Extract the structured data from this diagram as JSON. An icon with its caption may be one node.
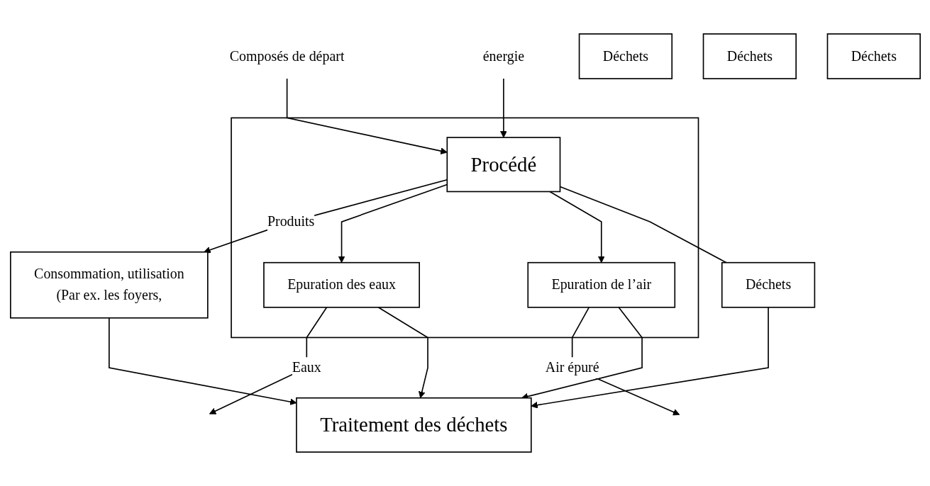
{
  "diagram": {
    "nodes": [
      {
        "text": [],
        "shape": "box"
      },
      {
        "text": [
          "Composés de départ"
        ]
      },
      {
        "text": [
          "énergie"
        ]
      },
      {
        "text": [
          "Procédé"
        ],
        "in": 0
      },
      {
        "text": [
          "Consommation, utilisation",
          "(Par ex. les foyers,"
        ]
      },
      {
        "text": [
          "Epuration des eaux"
        ],
        "in": 0
      },
      {
        "text": [
          "Epuration de l’air"
        ],
        "in": 0
      },
      {
        "text": [
          "Déchets"
        ]
      },
      {
        "text": [
          "Déchets"
        ]
      },
      {
        "text": [
          "Déchets"
        ]
      },
      {
        "text": [
          "Déchets"
        ]
      },
      {
        "text": [
          "Traitement des déchets"
        ]
      }
    ],
    "edges": [
      {
        "from": 1,
        "to": 3,
        "arrow": "to"
      },
      {
        "from": 2,
        "to": 3,
        "arrow": "to"
      },
      {
        "from": 3,
        "to": 4,
        "arrow": "to",
        "label": "Produits"
      },
      {
        "from": 3,
        "to": 5,
        "arrow": "to"
      },
      {
        "from": 3,
        "to": 6,
        "arrow": "to"
      },
      {
        "from": 3,
        "to": 9,
        "arrow": "none"
      },
      {
        "from": 5,
        "to": null,
        "arrow": "to",
        "label": "Eaux"
      },
      {
        "from": 6,
        "to": null,
        "arrow": "to",
        "label": "Air épuré"
      },
      {
        "from": 5,
        "to": 11,
        "arrow": "to"
      },
      {
        "from": 9,
        "to": 11,
        "arrow": "to"
      },
      {
        "from": 6,
        "to": 11,
        "arrow": "to"
      },
      {
        "from": 4,
        "to": 11,
        "arrow": "to"
      }
    ]
  }
}
